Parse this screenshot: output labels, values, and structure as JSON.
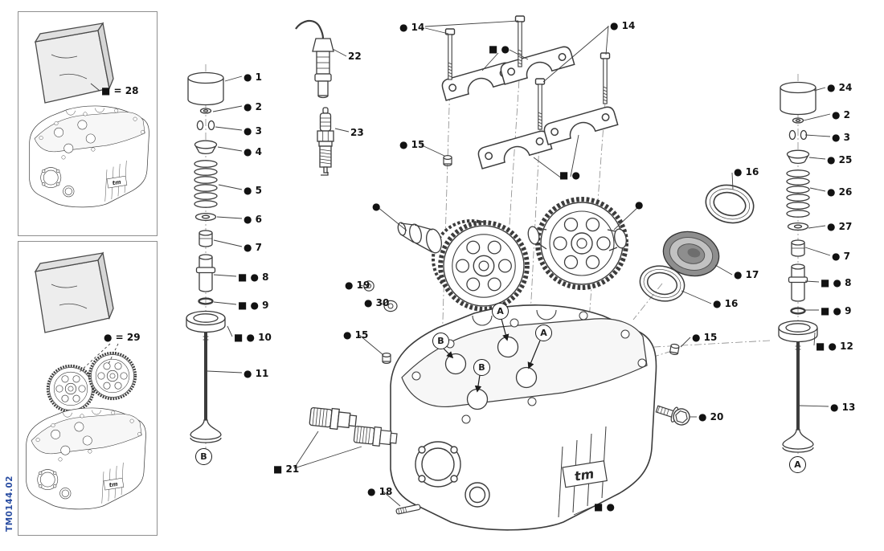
{
  "diagram": {
    "drawing_code": "TM0144.02",
    "head_logo": "tm",
    "kits": {
      "kit28": "■ = 28",
      "kit29": "● = 29"
    },
    "letters": {
      "a": "A",
      "b": "B"
    },
    "labels": {
      "p1": "● 1",
      "p2": "● 2",
      "p3": "● 3",
      "p4": "● 4",
      "p5": "● 5",
      "p6": "● 6",
      "p7": "● 7",
      "p8": "■ ● 8",
      "p9": "■ ● 9",
      "p10": "■ ● 10",
      "p11": "● 11",
      "p12": "■ ● 12",
      "p13": "● 13",
      "p14": "● 14",
      "p15": "● 15",
      "p16": "● 16",
      "p17": "● 17",
      "p18": "● 18",
      "p19": "● 19",
      "p20": "● 20",
      "p21": "■ 21",
      "p22": "22",
      "p23": "23",
      "p24": "● 24",
      "p25": "● 25",
      "p26": "● 26",
      "p27": "● 27",
      "p30": "● 30",
      "dot": "●",
      "square_dot": "■ ●"
    }
  }
}
